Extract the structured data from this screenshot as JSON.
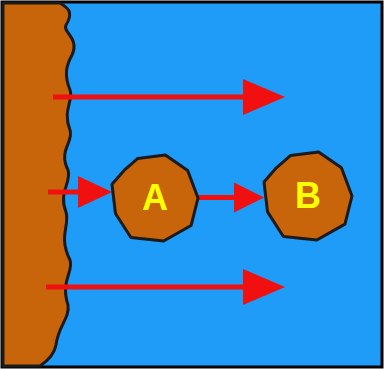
{
  "diagram": {
    "nodes": [
      {
        "text": [
          "A"
        ]
      },
      {
        "text": [
          "B"
        ]
      }
    ],
    "edges": [
      {
        "from": 0,
        "to": 1,
        "arrow": "to"
      }
    ]
  }
}
